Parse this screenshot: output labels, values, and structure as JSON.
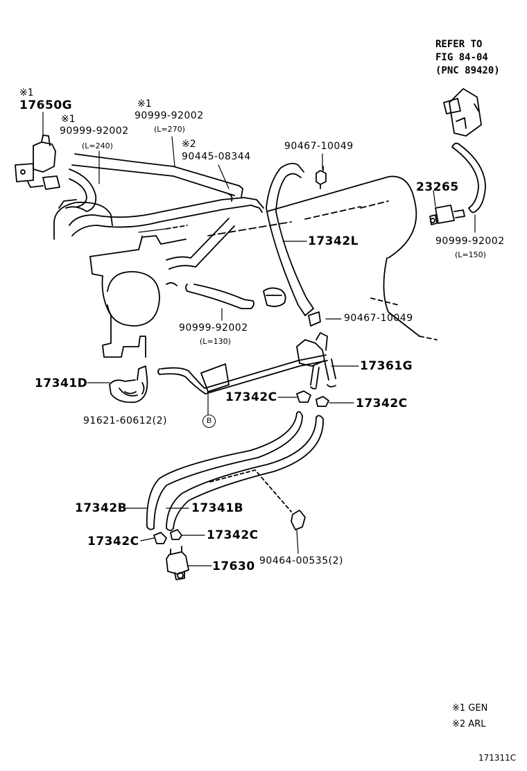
{
  "reference_note": {
    "line1": "REFER TO",
    "line2": "FIG 84-04",
    "line3": "(PNC 89420)"
  },
  "labels": {
    "p17650G": {
      "note": "※1",
      "part": "17650G"
    },
    "p90999_240": {
      "note": "※1",
      "part": "90999-92002",
      "length": "(L=240)"
    },
    "p90999_270": {
      "note": "※1",
      "part": "90999-92002",
      "length": "(L=270)"
    },
    "p90445": {
      "note": "※2",
      "part": "90445-08344"
    },
    "p90467_top": {
      "part": "90467-10049"
    },
    "p23265": {
      "part": "23265"
    },
    "p17342L": {
      "part": "17342L"
    },
    "p90999_150": {
      "part": "90999-92002",
      "length": "(L=150)"
    },
    "p90999_130": {
      "part": "90999-92002",
      "length": "(L=130)"
    },
    "p90467_mid": {
      "part": "90467-10049"
    },
    "p17361G": {
      "part": "17361G"
    },
    "p17341D": {
      "part": "17341D"
    },
    "p17342C_a": {
      "part": "17342C"
    },
    "p17342C_b": {
      "part": "17342C"
    },
    "p91621": {
      "part": "91621-60612(2)",
      "callout": "B"
    },
    "p17342B": {
      "part": "17342B"
    },
    "p17341B": {
      "part": "17341B"
    },
    "p17342C_c": {
      "part": "17342C"
    },
    "p17342C_d": {
      "part": "17342C"
    },
    "p17630": {
      "part": "17630"
    },
    "p90464": {
      "part": "90464-00535(2)"
    }
  },
  "legend": {
    "item1": "※1 GEN",
    "item2": "※2 ARL"
  },
  "figure_code": "171311C"
}
